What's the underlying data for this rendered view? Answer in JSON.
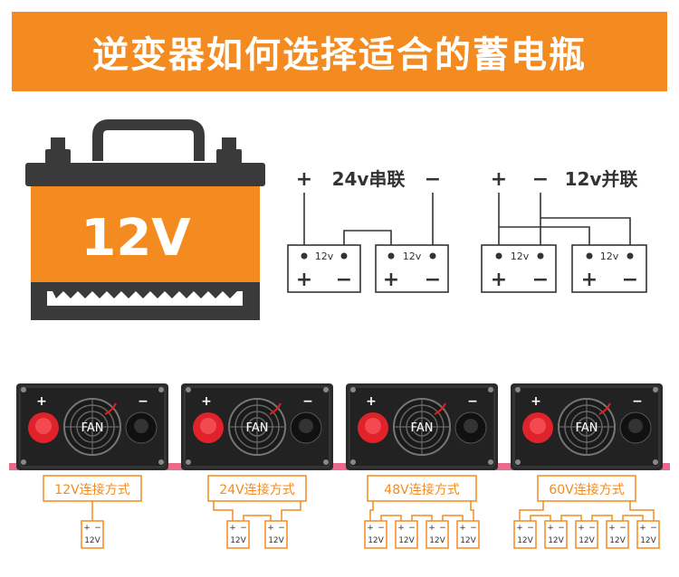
{
  "header": {
    "title": "逆变器如何选择适合的蓄电瓶"
  },
  "battery": {
    "label": "12V",
    "body_color": "#f38b20",
    "frame_color": "#3a3a3a"
  },
  "series_diagram": {
    "plus": "+",
    "title": "24v串联",
    "minus": "−",
    "cell_label": "12v"
  },
  "parallel_diagram": {
    "plus": "+",
    "minus": "−",
    "title": "12v并联",
    "cell_label": "12v"
  },
  "inverters": [
    {
      "caption": "12V连接方式",
      "battery_count": 1,
      "cell_label": "12V",
      "fan_label": "FAN",
      "plus": "+",
      "minus": "−"
    },
    {
      "caption": "24V连接方式",
      "battery_count": 2,
      "cell_label": "12V",
      "fan_label": "FAN",
      "plus": "+",
      "minus": "−"
    },
    {
      "caption": "48V连接方式",
      "battery_count": 4,
      "cell_label": "12V",
      "fan_label": "FAN",
      "plus": "+",
      "minus": "−"
    },
    {
      "caption": "60V连接方式",
      "battery_count": 5,
      "cell_label": "12V",
      "fan_label": "FAN",
      "plus": "+",
      "minus": "−"
    }
  ],
  "colors": {
    "accent": "#f38b20",
    "dark": "#333333",
    "knob_red": "#e0232b"
  }
}
